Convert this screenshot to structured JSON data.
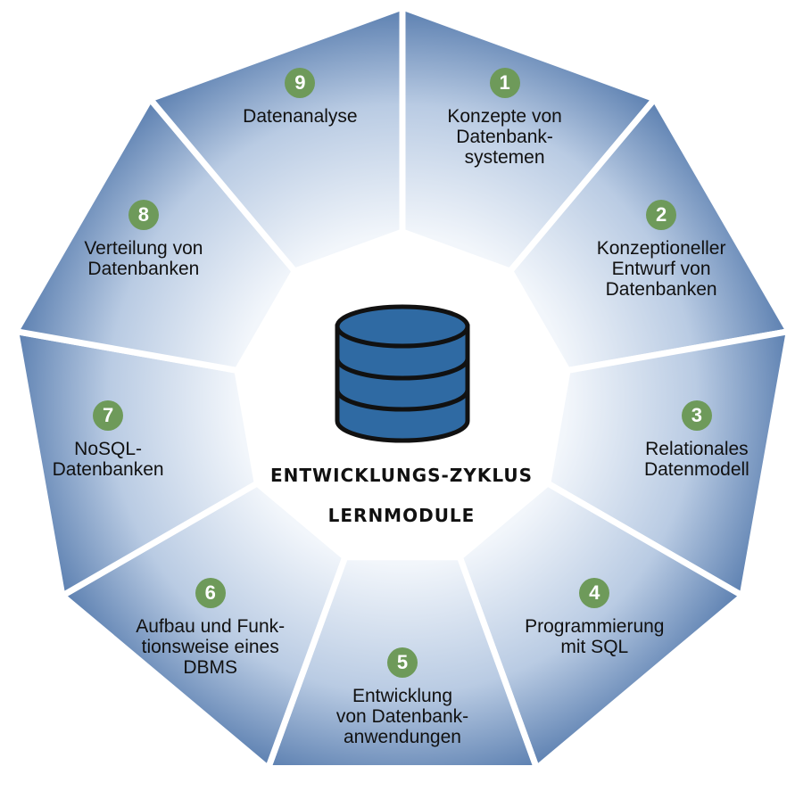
{
  "center": {
    "title": "ENTWICKLUNGS-ZYKLUS",
    "subtitle": "LERNMODULE",
    "icon": "database-icon"
  },
  "modules": [
    {
      "number": "1",
      "lines": [
        "Konzepte von",
        "Datenbank-",
        "systemen"
      ]
    },
    {
      "number": "2",
      "lines": [
        "Konzeptioneller",
        "Entwurf von",
        "Datenbanken"
      ]
    },
    {
      "number": "3",
      "lines": [
        "Relationales",
        "Datenmodell"
      ]
    },
    {
      "number": "4",
      "lines": [
        "Programmierung",
        "mit SQL"
      ]
    },
    {
      "number": "5",
      "lines": [
        "Entwicklung",
        "von Datenbank-",
        "anwendungen"
      ]
    },
    {
      "number": "6",
      "lines": [
        "Aufbau und Funk-",
        "tionsweise eines",
        "DBMS"
      ]
    },
    {
      "number": "7",
      "lines": [
        "NoSQL-",
        "Datenbanken"
      ]
    },
    {
      "number": "8",
      "lines": [
        "Verteilung von",
        "Datenbanken"
      ]
    },
    {
      "number": "9",
      "lines": [
        "Datenanalyse"
      ]
    }
  ],
  "colors": {
    "segment_light": "#f2f6fb",
    "segment_dark": "#5b7fb0",
    "badge": "#6e9a5a",
    "database": "#2f6aa3"
  }
}
